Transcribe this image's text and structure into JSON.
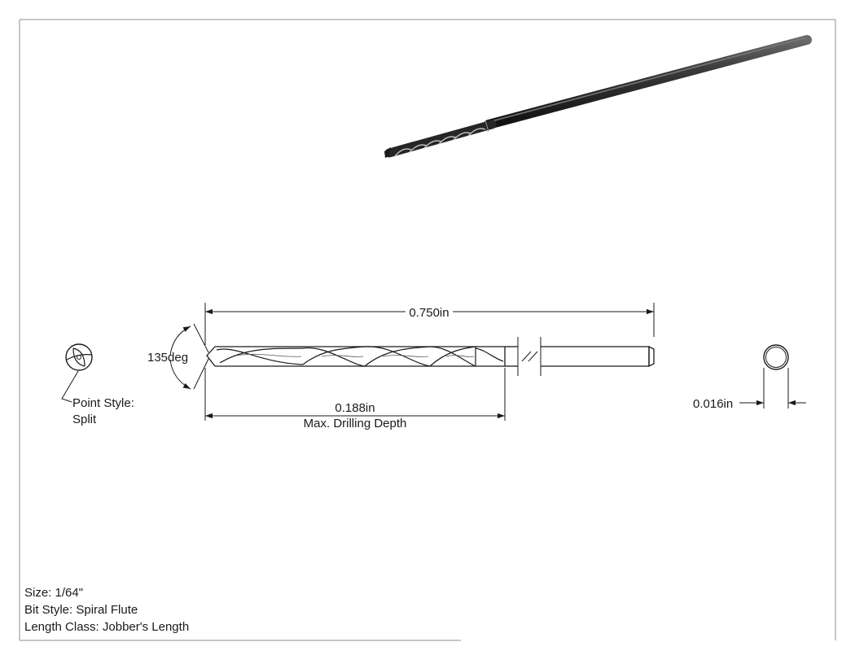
{
  "drawing": {
    "overall_length": "0.750in",
    "flute_length": "0.188in",
    "flute_caption": "Max. Drilling Depth",
    "point_angle": "135deg",
    "point_style_label": "Point Style:",
    "point_style_value": "Split",
    "diameter": "0.016in"
  },
  "title_block": {
    "size": "Size: 1/64\"",
    "bit_style": "Bit Style: Spiral Flute",
    "length_class": "Length Class: Jobber's Length"
  },
  "colors": {
    "line": "#1a1a1a",
    "border": "#8c8c8c",
    "bit_dark": "#2b2b2b"
  }
}
